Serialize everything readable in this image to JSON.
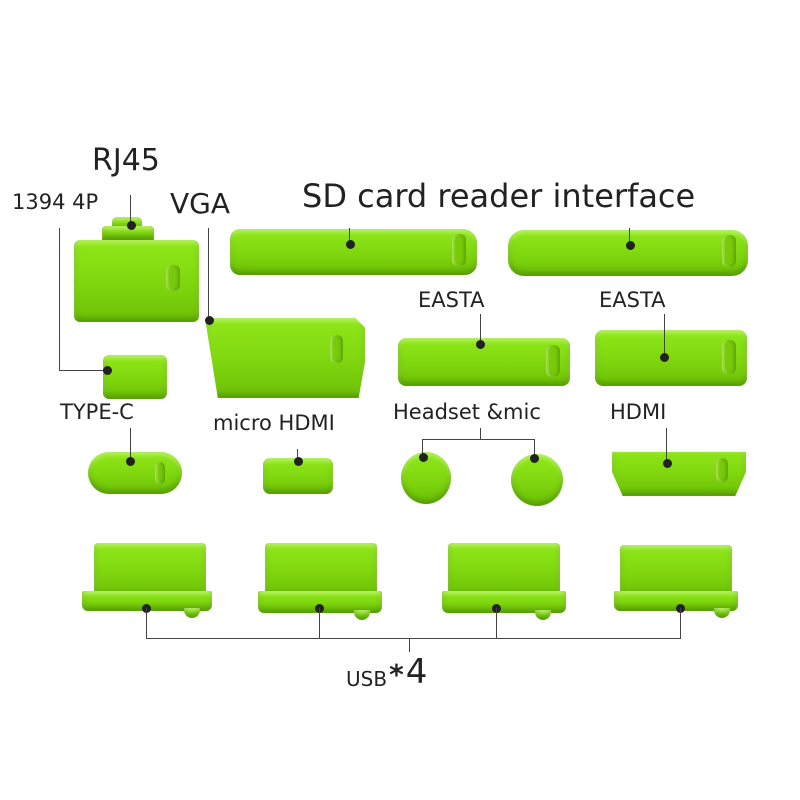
{
  "labels": {
    "rj45": "RJ45",
    "p1394": "1394 4P",
    "vga": "VGA",
    "sd": "SD card reader interface",
    "esata1": "EASTA",
    "esata2": "EASTA",
    "typec": "TYPE-C",
    "microhdmi": "micro HDMI",
    "headset": "Headset &mic",
    "hdmi": "HDMI",
    "usb": "USB",
    "usb_mult": "*",
    "usb_count": "4"
  },
  "plug_color": "#7fd60e",
  "line_color": "#444444"
}
